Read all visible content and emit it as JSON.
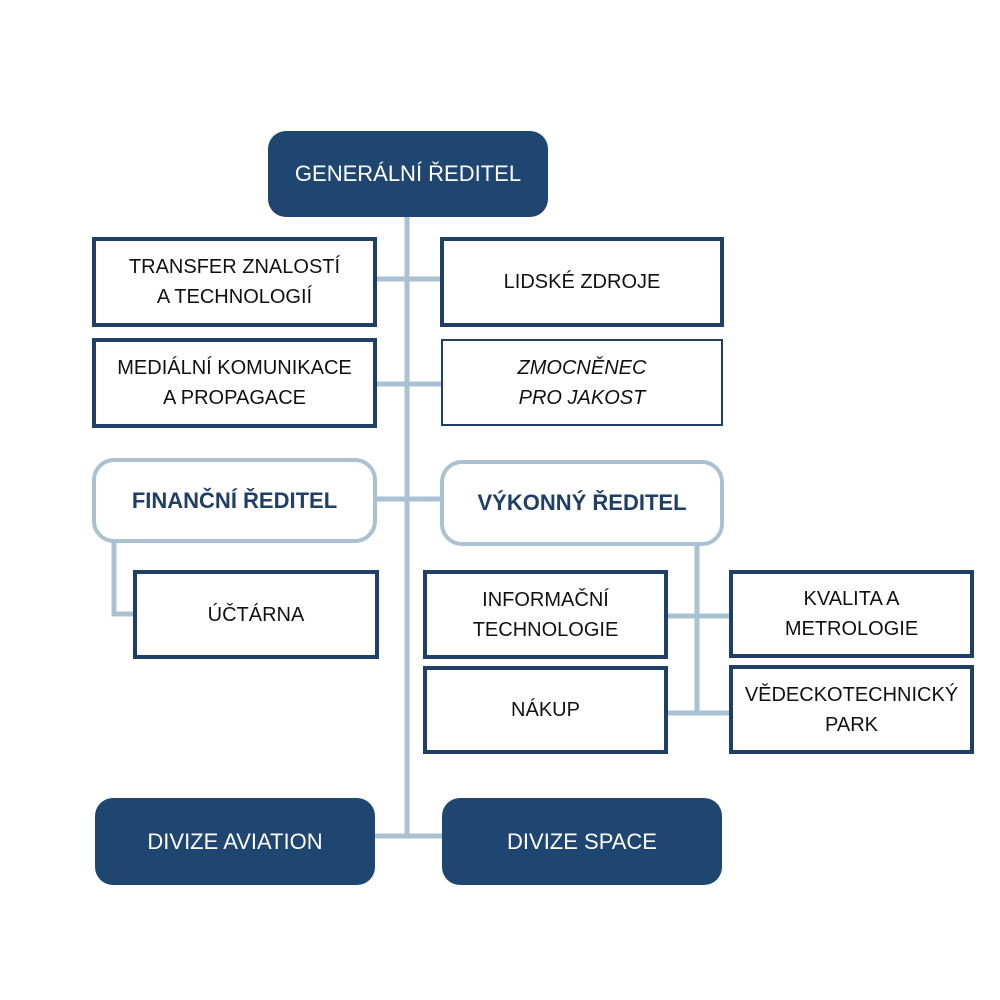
{
  "colors": {
    "navy": "#1f4670",
    "border": "#1f3f66",
    "connector": "#a9c1d1"
  },
  "nodes": {
    "ceo": {
      "label": "GENERÁLNÍ ŘEDITEL"
    },
    "transfer": {
      "line1": "TRANSFER ZNALOSTÍ",
      "line2": "A TECHNOLOGIÍ"
    },
    "hr": {
      "label": "LIDSKÉ ZDROJE"
    },
    "media": {
      "line1": "MEDIÁLNÍ KOMUNIKACE",
      "line2": "A PROPAGACE"
    },
    "quality_rep": {
      "line1": "ZMOCNĚNEC",
      "line2": "PRO JAKOST"
    },
    "cfo": {
      "label": "FINANČNÍ ŘEDITEL"
    },
    "coo": {
      "label": "VÝKONNÝ ŘEDITEL"
    },
    "accounting": {
      "label": "ÚČTÁRNA"
    },
    "it": {
      "line1": "INFORMAČNÍ",
      "line2": "TECHNOLOGIE"
    },
    "quality": {
      "line1": "KVALITA A",
      "line2": "METROLOGIE"
    },
    "purchasing": {
      "label": "NÁKUP"
    },
    "park": {
      "line1": "VĚDECKOTECHNICKÝ",
      "line2": "PARK"
    },
    "aviation": {
      "label": "DIVIZE AVIATION"
    },
    "space": {
      "label": "DIVIZE SPACE"
    }
  }
}
